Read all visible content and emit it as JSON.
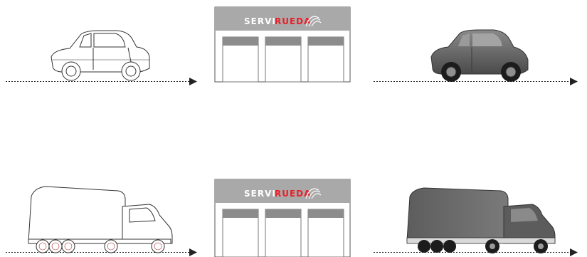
{
  "brand": {
    "part1": "SERVI",
    "part2": "RUEDA"
  },
  "colors": {
    "banner": "#a9a9a9",
    "brand_part1": "#ffffff",
    "brand_part2": "#e9202a",
    "outline": "#333333",
    "vehicle_fill": "#6b6b6b",
    "arrow": "#222222"
  },
  "rows": [
    {
      "name": "car",
      "before": "outline-car",
      "after": "gray-car"
    },
    {
      "name": "truck",
      "before": "outline-truck",
      "after": "gray-truck"
    }
  ]
}
